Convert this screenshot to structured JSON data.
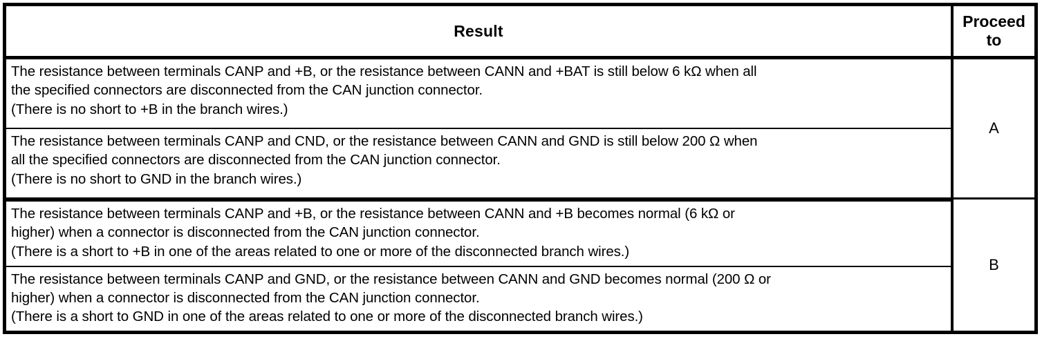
{
  "table": {
    "headers": {
      "result": "Result",
      "proceed_line1": "Proceed",
      "proceed_line2": "to"
    },
    "groups": [
      {
        "proceed_to": "A",
        "rows": [
          {
            "lines": [
              "The resistance between terminals CANP and +B, or the resistance between CANN and +BAT is still below 6 kΩ when all",
              "the specified connectors are disconnected from the CAN junction connector.",
              "(There is no short to +B in the branch wires.)"
            ]
          },
          {
            "lines": [
              "The resistance between terminals CANP and CND, or the resistance between CANN and GND is still below 200 Ω when",
              "all the specified connectors are disconnected from the CAN junction connector.",
              "(There is no short to GND in the branch wires.)"
            ]
          }
        ]
      },
      {
        "proceed_to": "B",
        "rows": [
          {
            "lines": [
              "The resistance between terminals CANP and +B, or the resistance between CANN and +B becomes normal (6 kΩ or",
              "higher) when a connector is disconnected from the CAN junction connector.",
              "(There is a short to +B in one of the areas related to one or more of the disconnected branch wires.)"
            ]
          },
          {
            "lines": [
              "The resistance between terminals CANP and GND, or the resistance between CANN and GND becomes normal (200 Ω or",
              "higher) when a connector is disconnected from the CAN junction connector.",
              "(There is a short to GND in one of the areas related to one or more of the disconnected branch wires.)"
            ]
          }
        ]
      }
    ]
  },
  "colors": {
    "ink": "#000000",
    "paper": "#ffffff"
  }
}
